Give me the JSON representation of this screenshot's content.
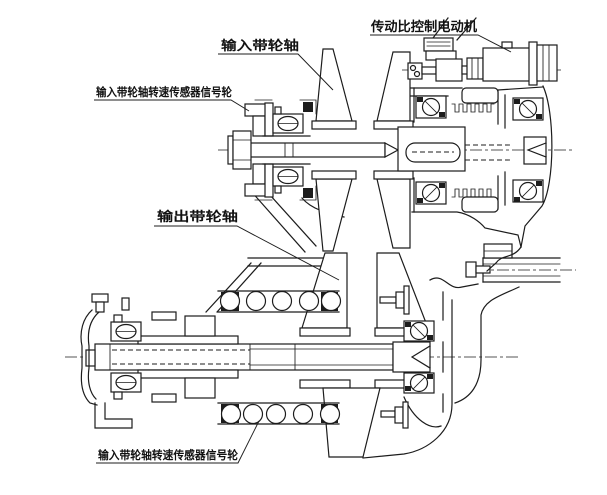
{
  "diagram": {
    "callouts": {
      "input_pulley_shaft": {
        "text": "输入带轮轴"
      },
      "ratio_control_motor": {
        "text": "传动比控制电动机"
      },
      "upper_speed_sensor_signal_wheel": {
        "text": "输入带轮轴转速传感器信号轮"
      },
      "output_pulley_shaft": {
        "text": "输出带轮轴"
      },
      "lower_speed_sensor_signal_wheel": {
        "text": "输入带轮轴转速传感器信号轮"
      }
    },
    "colors": {
      "line": "#1c1c1c",
      "background": "#ffffff"
    }
  }
}
